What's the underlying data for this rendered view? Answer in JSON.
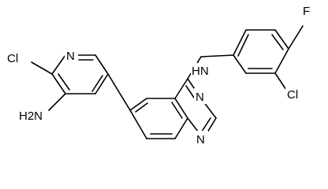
{
  "molecule": {
    "atoms": {
      "cl_pyridine": "Cl",
      "n_pyridine": "N",
      "nh2": "H2N",
      "nh_amine": "HN",
      "f": "F",
      "cl_phenyl": "Cl",
      "n3_quinazoline": "N",
      "n1_quinazoline": "N"
    }
  }
}
